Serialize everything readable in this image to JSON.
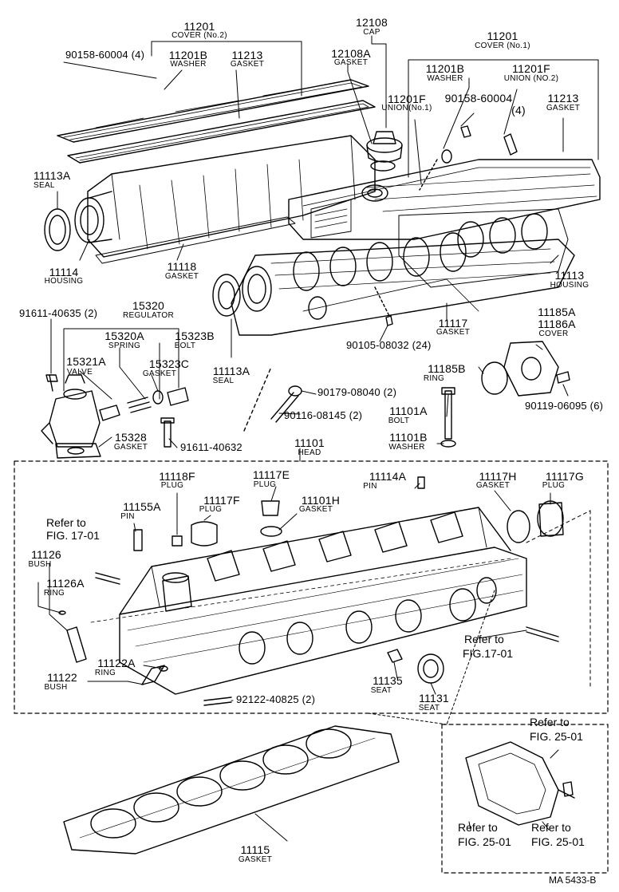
{
  "labels": {
    "p11201_top": "11201",
    "cover_no2": "COVER (No.2)",
    "p12108": "12108",
    "cap": "CAP",
    "p11201_right": "11201",
    "cover_no1": "COVER (No.1)",
    "p90158_left": "90158-60004 (4)",
    "p11201B_left": "11201B",
    "washer_left": "WASHER",
    "p11213_left": "11213",
    "gasket_11213_left": "GASKET",
    "p12108A": "12108A",
    "gasket_12108A": "GASKET",
    "p11201B_right": "11201B",
    "washer_right": "WASHER",
    "p11201F_left": "11201F",
    "union_no1": "UNION(No.1)",
    "p11201F_right": "11201F",
    "union_no2": "UNION (NO.2)",
    "p90158_right": "90158-60004",
    "p90158_right_qty": "(4)",
    "p11213_right": "11213",
    "gasket_11213_right": "GASKET",
    "p11113A_top": "11113A",
    "seal_top": "SEAL",
    "p11114": "11114",
    "housing_left": "HOUSING",
    "p11118": "11118",
    "gasket_11118": "GASKET",
    "p11113": "11113",
    "housing_right": "HOUSING",
    "p91611_40635": "91611-40635 (2)",
    "p15320": "15320",
    "regulator": "REGULATOR",
    "p15320A": "15320A",
    "spring": "SPRING",
    "p15323B": "15323B",
    "bolt_15323B": "BOLT",
    "p15321A": "15321A",
    "valve": "VALVE",
    "p15323C": "15323C",
    "gasket_15323C": "GASKET",
    "p15328": "15328",
    "gasket_15328": "GASKET",
    "p91611_40632": "91611-40632",
    "p11117": "11117",
    "gasket_11117": "GASKET",
    "p90105": "90105-08032 (24)",
    "p11185A": "11185A",
    "p11186A": "11186A",
    "cover_11186A": "COVER",
    "p11185B": "11185B",
    "ring_11185B": "RING",
    "p90119": "90119-06095 (6)",
    "p11113A_mid": "11113A",
    "seal_mid": "SEAL",
    "p90179": "90179-08040 (2)",
    "p90116": "90116-08145 (2)",
    "p11101A": "11101A",
    "bolt_11101A": "BOLT",
    "p11101B": "11101B",
    "washer_11101B": "WASHER",
    "p11101": "11101",
    "head": "HEAD",
    "p11118F": "11118F",
    "plug_11118F": "PLUG",
    "p11117E": "11117E",
    "plug_11117E": "PLUG",
    "p11114A": "11114A",
    "pin_11114A": "PIN",
    "p11117H": "11117H",
    "gasket_11117H": "GASKET",
    "p11117G": "11117G",
    "plug_11117G": "PLUG",
    "p11155A": "11155A",
    "pin_11155A": "PIN",
    "p11117F": "11117F",
    "plug_11117F": "PLUG",
    "p11101H": "11101H",
    "gasket_11101H": "GASKET",
    "refer_to_1": "Refer to",
    "fig_17_01_left": "FIG. 17-01",
    "p11126": "11126",
    "bush_11126": "BUSH",
    "p11126A": "11126A",
    "ring_11126A": "RING",
    "refer_to_2": "Refer to",
    "fig_17_01_right": "FIG.17-01",
    "p11122A": "11122A",
    "ring_11122A": "RING",
    "p11122": "11122",
    "bush_11122": "BUSH",
    "p11135": "11135",
    "seat_11135": "SEAT",
    "p11131": "11131",
    "seat_11131": "SEAT",
    "p92122": "92122-40825 (2)",
    "refer_to_3": "Refer to",
    "fig_25_01_a": "FIG. 25-01",
    "refer_to_4": "Refer to",
    "fig_25_01_b": "FIG. 25-01",
    "refer_to_5": "Refer to",
    "fig_25_01_c": "FIG. 25-01",
    "p11115": "11115",
    "gasket_11115": "GASKET"
  },
  "footer": {
    "code": "MA  5433-B"
  }
}
